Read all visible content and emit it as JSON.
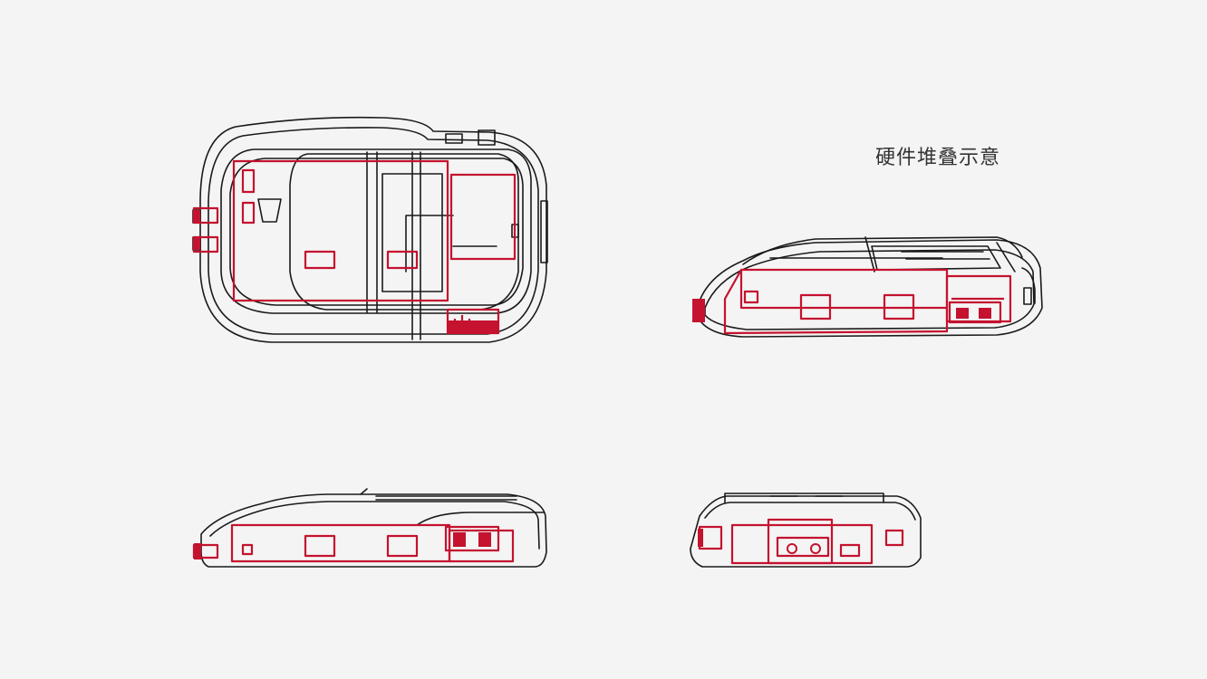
{
  "title": "硬件堆叠示意",
  "colors": {
    "background": "#f4f4f4",
    "outline": "#1a1a1a",
    "component": "#c4122f",
    "text": "#333333"
  },
  "views": [
    "top-view",
    "perspective-view",
    "side-view",
    "end-view"
  ]
}
